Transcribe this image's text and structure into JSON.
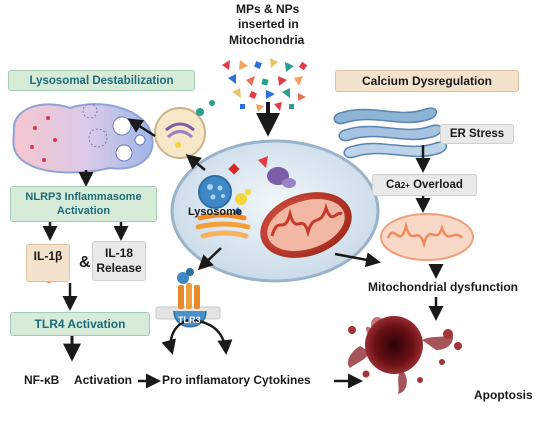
{
  "title": {
    "line1": "MPs & NPs",
    "line2": "inserted in",
    "line3": "Mitochondria"
  },
  "left": {
    "lysosomal_destabilization": "Lysosomal Destabilization",
    "nlrp3_line1": "NLRP3 Inflammasome",
    "nlrp3_line2": "Activation",
    "il1b": "IL-1β",
    "ampersand": "&",
    "il18_line1": "IL-18",
    "il18_line2": "Release",
    "tlr4": "TLR4 Activation",
    "nfkb": "NF-κB"
  },
  "right": {
    "calcium": "Calcium Dysregulation",
    "er_stress": "ER Stress",
    "ca_base": "Ca",
    "ca_sup": "2+",
    "ca_overload": " Overload",
    "mito_dysfunction": "Mitochondrial dysfunction",
    "apoptosis": "Apoptosis"
  },
  "center": {
    "lysosome": "Lysosome",
    "tlr_receptor": "TLR3",
    "activation": "Activation",
    "cytokines": "Pro inflamatory Cytokines"
  },
  "colors": {
    "green_box": "#d6ecd9",
    "tan_box": "#f3e3cc",
    "grey_box": "#e9e9e9",
    "teal_text": "#1e6b7a",
    "arrow": "#1a1a1a",
    "mitochondria": "#c8392b",
    "er": "#7fa8cf",
    "apoptosis": "#6b1015"
  },
  "icons": [
    "particles-icon",
    "lysosome-icon",
    "mitochondrion-icon",
    "er-icon",
    "cell-icon",
    "tlr-receptor-icon",
    "apoptotic-cell-icon",
    "cytokine-icon"
  ]
}
